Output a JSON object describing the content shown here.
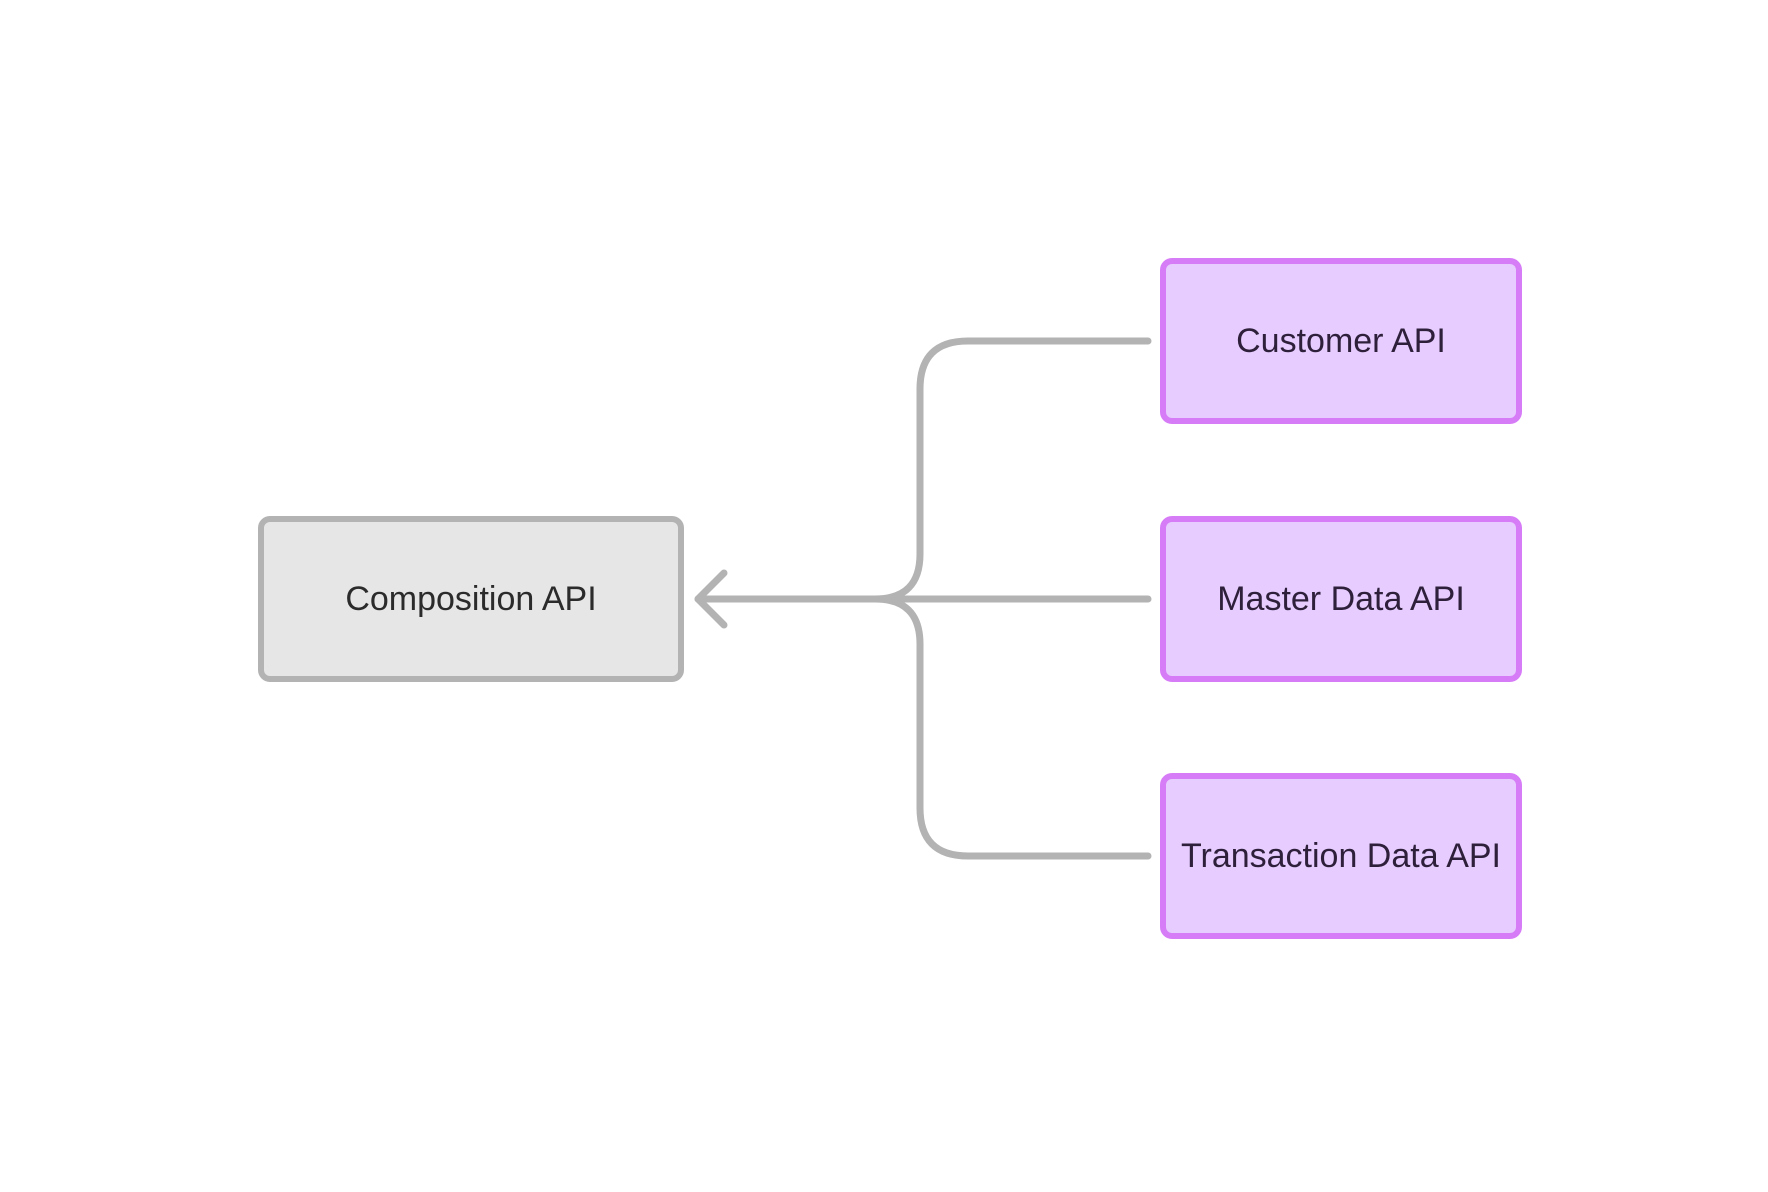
{
  "diagram": {
    "target": {
      "label": "Composition API"
    },
    "sources": [
      {
        "label": "Customer API"
      },
      {
        "label": "Master Data API"
      },
      {
        "label": "Transaction Data API"
      }
    ]
  },
  "colors": {
    "background": "#ffffff",
    "target_fill": "#e6e6e6",
    "target_border": "#b3b3b3",
    "source_fill": "#e6ccff",
    "source_border": "#d77cf7",
    "connector": "#b3b3b3",
    "target_text": "#2b2b2b",
    "source_text": "#2e1f3a"
  }
}
